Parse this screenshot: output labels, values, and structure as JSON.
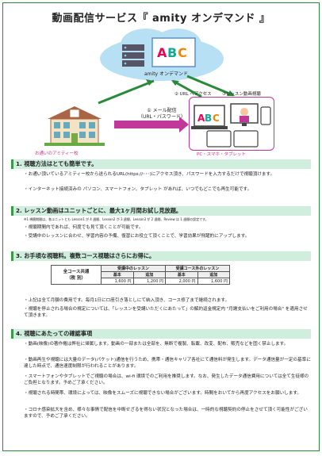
{
  "title": "動画配信サービス『 amity オンデマンド 』",
  "diagram": {
    "cloud_label": "amity オンデマンド",
    "step2_label": "② URL へアクセス",
    "step3_label": "③レッスン動画視聴",
    "mail_line1": "① メール配信",
    "mail_line2": "（URL・パスワード）",
    "school_label": "お通いのアミティー校",
    "device_label": "PC・スマホ・タブレット",
    "abc_text": "ABC"
  },
  "section1": {
    "heading": "1. 視聴方法はとても簡単です。",
    "lines": [
      "・お通い頂いているアミティー校から送られるURL(https://･･･)にアクセス頂き、パスワードを入力するだけで視聴頂けます。",
      "・インターネット接続済みの パソコン、スマートフォン、タブレット があれば、いつでもどこでも再生可能です。"
    ]
  },
  "section2": {
    "heading": "2. レッスン動画はユニットごとに、最大1ヶ月間お試し見放題。",
    "note": "※1 視聴期間は、各ユニットとも Lesson1 が 4 週間、Lesson2 が 3 週間、Lesson3 が 2 週間、Review は 1 週間の設定です。",
    "lines": [
      "・視聴期間内であれば、何度でも見て頂くことが可能です。",
      "・受講中のレッスンに合わせ、学習内容の予備、復習にお役立て頂くことで、学習効果が飛躍的にアップします。"
    ]
  },
  "section3": {
    "heading": "3. お手頃な視聴料。複数コース視聴はさらにお得に。",
    "table": {
      "row_head_1": "全コース共通",
      "row_head_2": "（税 別）",
      "group1": "受講中のレッスン",
      "group2": "受講コース外のレッスン",
      "cols": [
        "基本",
        "追加",
        "基本",
        "追加"
      ],
      "values": [
        "1,600 円",
        "1,200 円",
        "2,000 円",
        "1,600 円"
      ]
    },
    "lines": [
      "・上記は全て月額の費用です。毎月1日にロ座引き落としにて納入頂き、コース修了まで継続されます。",
      "・視聴を停止される場合の規定については、「レッスンを受講いただくにあたって」の解約返金規定内 \"月謝支払いをご利用の場合\" を適用させて頂きます。"
    ]
  },
  "section4": {
    "heading": "4. 視聴にあたっての確認事項",
    "lines": [
      "・動画(映像)の著作権は弊社に帰属します。動画の一部または全部を、無断で複製、転載、改変、配布、販売などを固く禁止します。",
      "・動画再生や視聴には大量のデータ(パケット)通信を行うため、携帯・通信キャリア各社にて通信料が発生します。データ通信量が一定の基準に達した時点で、通信速度制限が行われることがあります。",
      "・スマートフォンやタブレットでご視聴の場合は、wi-fi 環境でのご利用を推奨します。なお、発生したデータ通信費用については全て生徒様のご負担となります。予めご了承ください。",
      "・視聴される時間帯、環境によっては、映像をスムーズに視聴できない場合がございます。時間をおいてから再度アクセスをお願いします。",
      "・コロナ感染拡大を含め、様々な事情で配信を中断せざるを得ない状況となった場合は、一時的な視聴契約の停止をさせて頂く可能性がございますので、予めご了承ください。"
    ]
  },
  "colors": {
    "accent_green": "#3a9a4a",
    "section_bg": "#cfeede",
    "magenta": "#c2379a",
    "cloud_blue": "#b8e0f4"
  }
}
